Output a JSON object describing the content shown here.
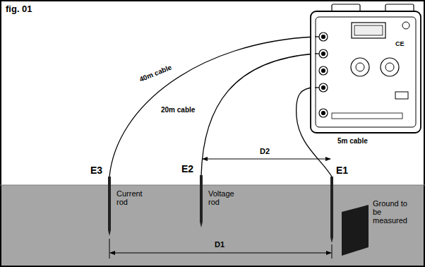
{
  "diagram": {
    "title": "fig. 01",
    "labels": [
      "40m cable",
      "20m cable",
      "5m cable",
      "E3",
      "E2",
      "E1",
      "D2",
      "D1",
      "Current rod",
      "Voltage rod",
      "Ground to be measured",
      "CE"
    ]
  }
}
